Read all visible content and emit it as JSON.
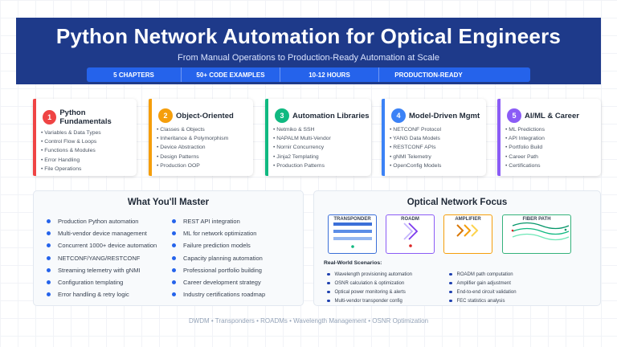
{
  "header": {
    "title": "Python Network Automation for Optical Engineers",
    "subtitle": "From Manual Operations to Production-Ready Automation at Scale",
    "stats": [
      "5 CHAPTERS",
      "50+ CODE EXAMPLES",
      "10-12 HOURS",
      "PRODUCTION-READY"
    ]
  },
  "chapters": [
    {
      "num": "1",
      "title": "Python Fundamentals",
      "color": "#ef4444",
      "items": [
        "Variables & Data Types",
        "Control Flow & Loops",
        "Functions & Modules",
        "Error Handling",
        "File Operations"
      ]
    },
    {
      "num": "2",
      "title": "Object-Oriented",
      "color": "#f59e0b",
      "items": [
        "Classes & Objects",
        "Inheritance & Polymorphism",
        "Device Abstraction",
        "Design Patterns",
        "Production OOP"
      ]
    },
    {
      "num": "3",
      "title": "Automation Libraries",
      "color": "#10b981",
      "items": [
        "Netmiko & SSH",
        "NAPALM Multi-Vendor",
        "Nornir Concurrency",
        "Jinja2 Templating",
        "Production Patterns"
      ]
    },
    {
      "num": "4",
      "title": "Model-Driven Mgmt",
      "color": "#3b82f6",
      "items": [
        "NETCONF Protocol",
        "YANG Data Models",
        "RESTCONF APIs",
        "gNMI Telemetry",
        "OpenConfig Models"
      ]
    },
    {
      "num": "5",
      "title": "AI/ML & Career",
      "color": "#8b5cf6",
      "items": [
        "ML Predictions",
        "API Integration",
        "Portfolio Build",
        "Career Path",
        "Certifications"
      ]
    }
  ],
  "master": {
    "title": "What You'll Master",
    "left": [
      "Production Python automation",
      "Multi-vendor device management",
      "Concurrent 1000+ device automation",
      "NETCONF/YANG/RESTCONF",
      "Streaming telemetry with gNMI",
      "Configuration templating",
      "Error handling & retry logic"
    ],
    "right": [
      "REST API integration",
      "ML for network optimization",
      "Failure prediction models",
      "Capacity planning automation",
      "Professional portfolio building",
      "Career development strategy",
      "Industry certifications roadmap"
    ]
  },
  "optical": {
    "title": "Optical Network Focus",
    "boxes": {
      "transponder": "TRANSPONDER",
      "roadm": "ROADM",
      "amplifier": "AMPLIFIER",
      "fiber": "FIBER PATH"
    },
    "scenarios_label": "Real-World Scenarios:",
    "left": [
      "Wavelength provisioning automation",
      "OSNR calculation & optimization",
      "Optical power monitoring & alerts",
      "Multi-vendor transponder config"
    ],
    "right": [
      "ROADM path computation",
      "Amplifier gain adjustment",
      "End-to-end circuit validation",
      "FEC statistics analysis"
    ]
  },
  "footer": "DWDM • Transponders • ROADMs • Wavelength Management • OSNR Optimization"
}
